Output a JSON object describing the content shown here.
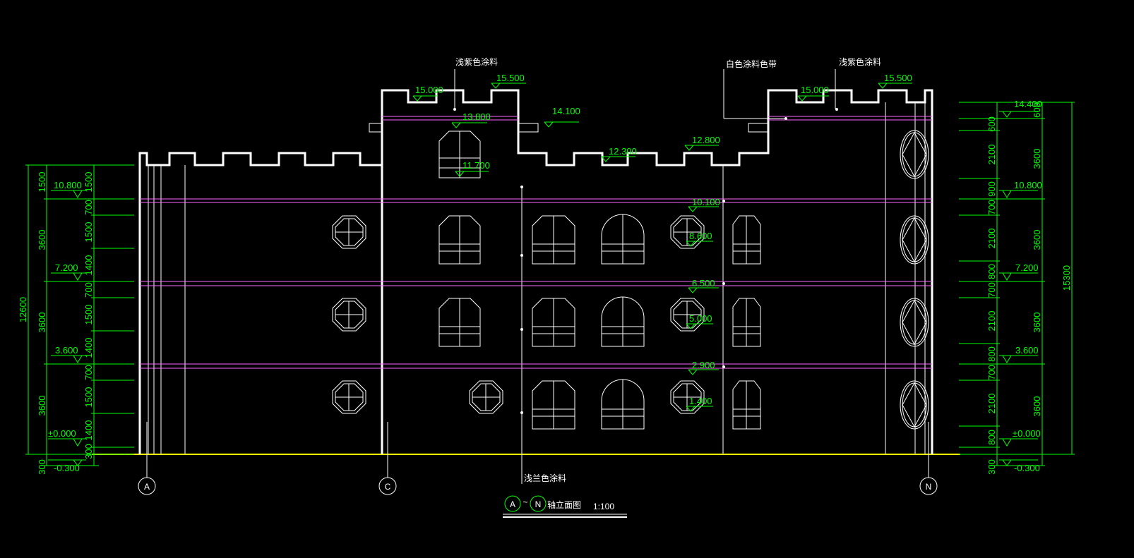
{
  "title": {
    "axis_a": "A",
    "axis_n": "N",
    "separator": "~",
    "text": "轴立面图",
    "scale": "1:100"
  },
  "notes": {
    "note_left_top": "浅紫色涂料",
    "note_right_top": "浅紫色涂料",
    "note_band": "白色涂料色带",
    "note_bottom": "浅兰色涂料"
  },
  "axes": {
    "a": "A",
    "c": "C",
    "n": "N"
  },
  "elevations": {
    "e15500_l": "15.500",
    "e15000_l": "15.000",
    "e14100": "14.100",
    "e13800": "13.800",
    "e11700": "11.700",
    "e12300": "12.300",
    "e12800": "12.800",
    "e15500_r": "15.500",
    "e15000_r": "15.000",
    "e10100": "10.100",
    "e8600": "8.600",
    "e6500": "6.500",
    "e5000": "5.000",
    "e2900": "2.900",
    "e1400": "1.400",
    "left_10800": "10.800",
    "left_7200": "7.200",
    "left_3600": "3.600",
    "left_0000": "±0.000",
    "left_m0300": "-0.300",
    "right_14400": "14.400",
    "right_10800": "10.800",
    "right_7200": "7.200",
    "right_3600": "3.600",
    "right_0000": "±0.000",
    "right_m0300": "-0.300"
  },
  "dims_left_outer": [
    "1500",
    "3600",
    "3600",
    "3600",
    "300"
  ],
  "dims_left_total": "12600",
  "dims_left_inner": [
    "1500",
    "700",
    "1500",
    "1400",
    "700",
    "1500",
    "1400",
    "700",
    "1500",
    "1400",
    "300"
  ],
  "dims_right_inner": [
    "600",
    "2100",
    "900",
    "700",
    "2100",
    "800",
    "700",
    "2100",
    "800",
    "700",
    "2100",
    "800",
    "300"
  ],
  "dims_right_outer": [
    "600",
    "3600",
    "3600",
    "3600",
    "3600"
  ],
  "dims_right_total": "15300"
}
